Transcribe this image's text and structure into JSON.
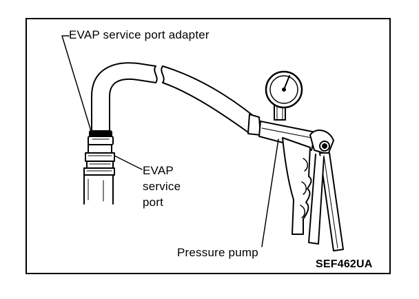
{
  "diagram": {
    "labels": {
      "adapter": "EVAP service port adapter",
      "port_line1": "EVAP",
      "port_line2": "service",
      "port_line3": "port",
      "pump": "Pressure pump",
      "figure_code": "SEF462UA"
    }
  }
}
